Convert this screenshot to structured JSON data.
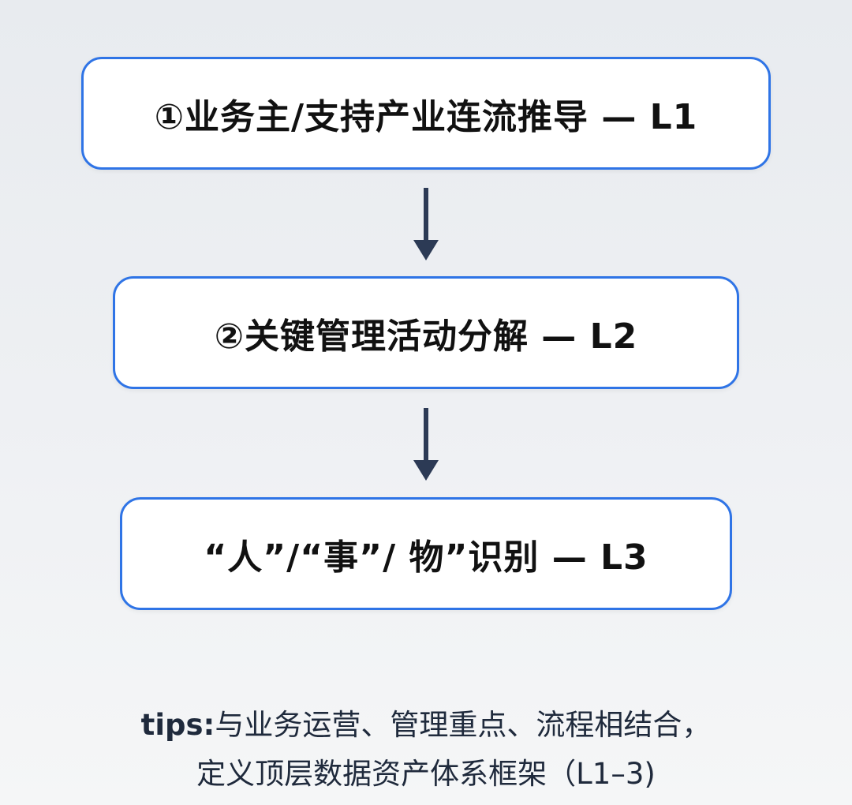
{
  "colors": {
    "border": "#2f74e6",
    "arrow": "#2c3a55",
    "text": "#111111",
    "tips": "#1f2a3c"
  },
  "steps": [
    {
      "label": "①业务主/支持产业连流推导 — L1"
    },
    {
      "label": "②关键管理活动分解 — L2"
    },
    {
      "label": "“人”/“事”/ 物”识别 — L3"
    }
  ],
  "tips": {
    "prefix": "tips:",
    "line1": "与业务运营、管理重点、流程相结合，",
    "line2": "定义顶层数据资产体系框架（L1–3)"
  }
}
